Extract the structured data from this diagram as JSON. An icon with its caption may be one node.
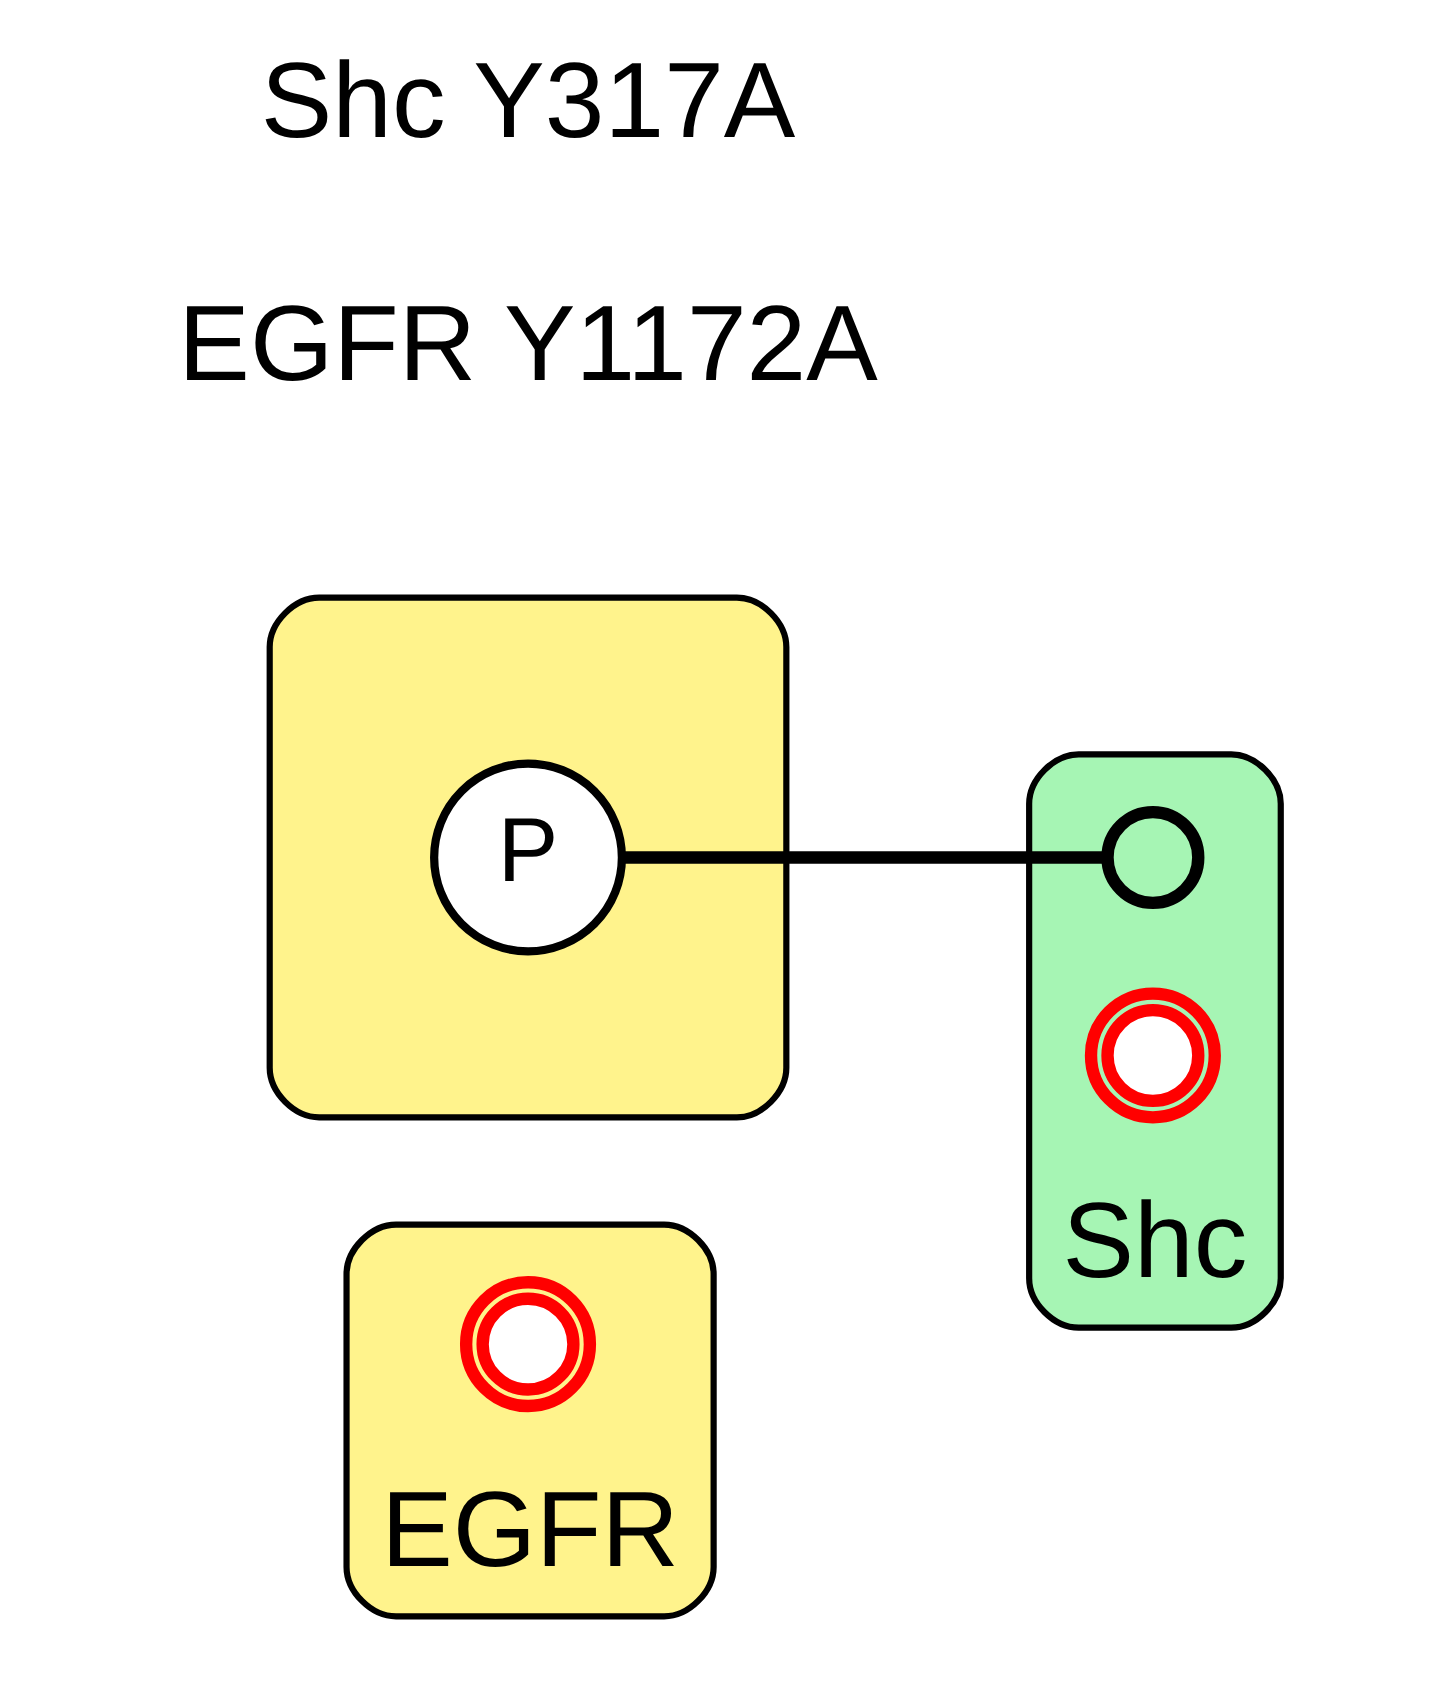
{
  "diagram": {
    "nodes": [
      {
        "text": [
          "EGFR"
        ]
      },
      {
        "text": [],
        "shape": "circle",
        "in": 0
      },
      {
        "text": [],
        "shape": "bar"
      },
      {
        "text": [
          "P"
        ],
        "in": 2
      },
      {
        "text": [
          "Shc"
        ]
      },
      {
        "text": [],
        "shape": "circle",
        "in": 4
      },
      {
        "text": [],
        "shape": "circle",
        "in": 4
      }
    ],
    "edges": [
      {
        "from": 3,
        "to": 5,
        "arrow": "none"
      }
    ],
    "labels": [
      "EGFR Y1172A",
      "Shc Y317A"
    ]
  }
}
